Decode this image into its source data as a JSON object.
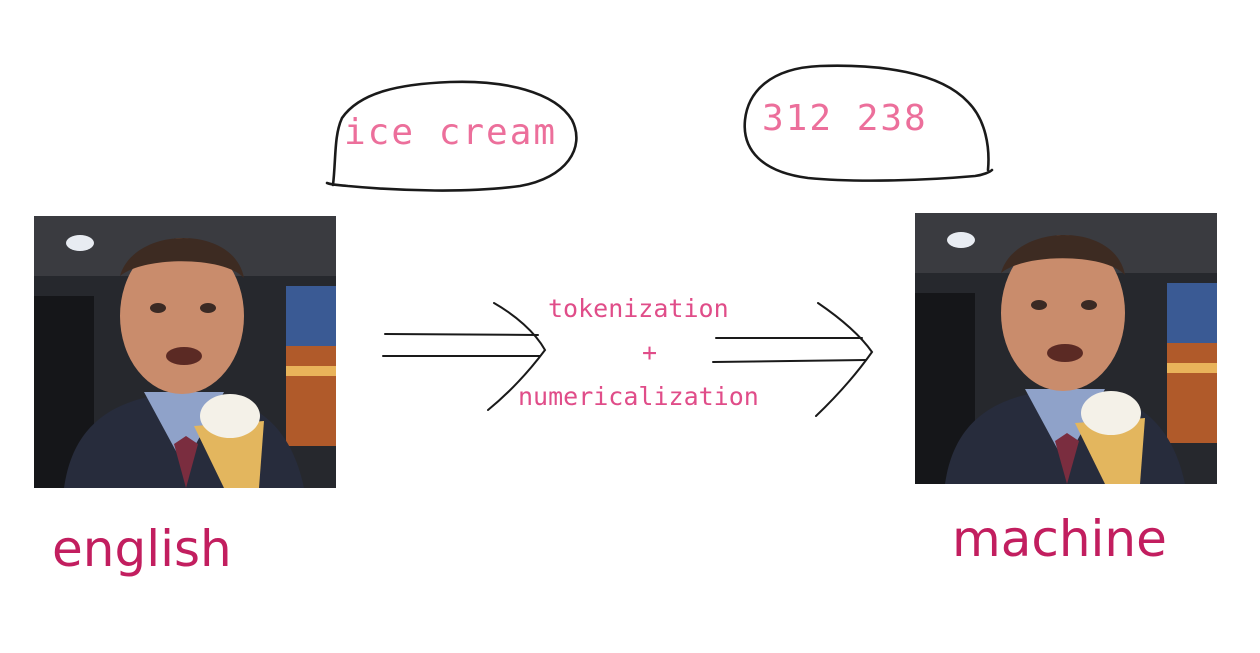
{
  "left": {
    "speech": "ice cream",
    "label": "english"
  },
  "right": {
    "speech": "312 238",
    "label": "machine"
  },
  "process": {
    "line1": "tokenization",
    "plus": "+",
    "line2": "numericalization"
  },
  "colors": {
    "bubble_text": "#ec6f9b",
    "process_text": "#e04d89",
    "label_text": "#c21e5f",
    "stroke": "#1a1a1a"
  }
}
